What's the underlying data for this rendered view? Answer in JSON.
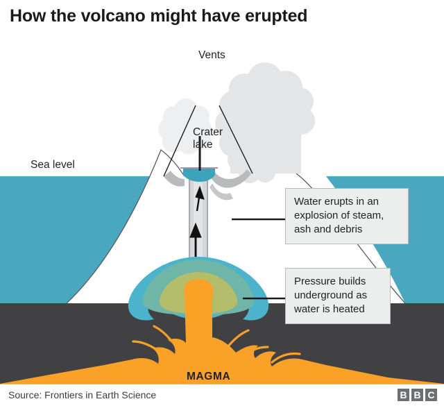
{
  "headline": "How the volcano might have erupted",
  "labels": {
    "vents": "Vents",
    "crater_lake": "Crater\nlake",
    "sea_level": "Sea level",
    "magma": "MAGMA"
  },
  "callouts": [
    {
      "id": "eruption",
      "text": "Water erupts in an\nexplosion of steam,\nash and debris"
    },
    {
      "id": "pressure",
      "text": "Pressure builds\nunderground as\nwater is heated"
    }
  ],
  "footer": {
    "source": "Source: Frontiers in Earth Science",
    "logo": [
      "B",
      "B",
      "C"
    ]
  },
  "colors": {
    "sea": "#4aa7c0",
    "crater_lake": "#3da3bb",
    "seabed": "#414042",
    "magma": "#f9a227",
    "steam": "#e6e7e8",
    "conduit": "#d2d3d5",
    "conduit_edge": "#a7a9ac",
    "hydrothermal_outer": "#4cb3cc",
    "hydrothermal_mid": "#6fb6a8",
    "hydrothermal_inner": "#b4bd6a",
    "volcano_fill": "#ffffff",
    "outline": "#3b3b3b",
    "callout_bg": "#eceded",
    "callout_border": "#b7b9bb",
    "text": "#222222"
  }
}
